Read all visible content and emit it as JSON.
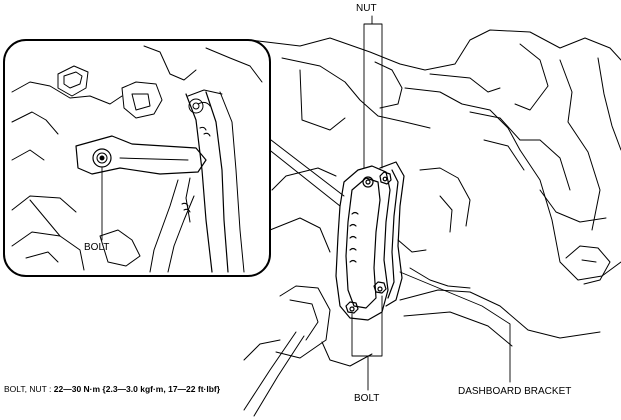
{
  "labels": {
    "nut": "NUT",
    "bolt_inset": "BOLT",
    "bolt_main": "BOLT",
    "dashboard_bracket": "DASHBOARD BRACKET"
  },
  "torque_spec": {
    "parts": "BOLT,  NUT :",
    "value": "22—30 N·m {2.3—3.0 kgf·m, 17—22 ft·lbf}"
  },
  "colors": {
    "line": "#000000",
    "background": "#ffffff"
  }
}
